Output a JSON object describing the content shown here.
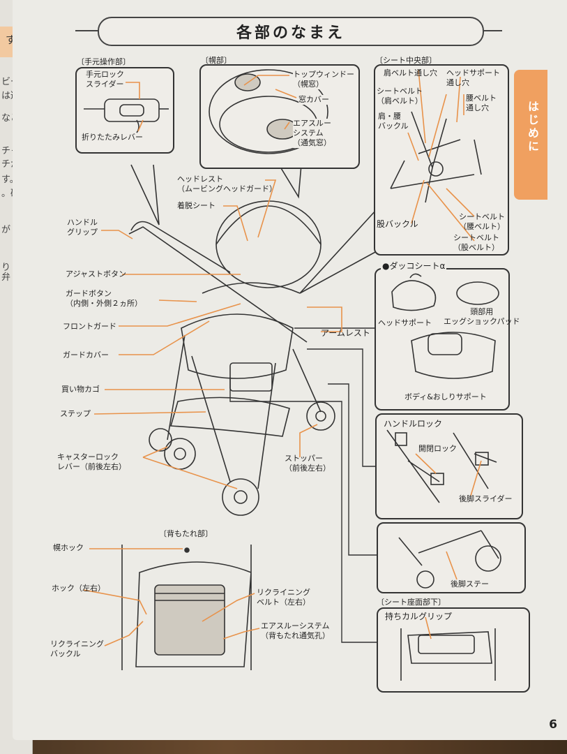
{
  "title": "各部のなまえ",
  "side_tab": "はじめに",
  "page_number": "6",
  "prev_page_fragments": [
    "す。",
    "ビー",
    "は避",
    "など",
    "チャ",
    "チか",
    "す。",
    "。確",
    "が",
    "り",
    "弁"
  ],
  "sections": {
    "hand": {
      "heading": "〔手元操作部〕",
      "labels": [
        "手元ロック\nスライダー",
        "折りたたみレバー"
      ]
    },
    "hood": {
      "heading": "〔幌部〕",
      "labels": [
        "トップウィンドー\n（幌窓）",
        "窓カバー",
        "エアスルー\nシステム\n（通気窓）"
      ]
    },
    "seat_center": {
      "heading": "〔シート中央部〕",
      "labels": [
        "肩ベルト通し穴",
        "ヘッドサポート\n通し穴",
        "シートベルト\n（肩ベルト）",
        "腰ベルト\n通し穴",
        "肩・腰\nバックル",
        "股バックル",
        "シートベルト\n（腰ベルト）",
        "シートベルト\n（股ベルト）"
      ]
    },
    "dakko": {
      "heading": "●ダッコシートα",
      "labels": [
        "ヘッドサポート",
        "頭部用\nエッグショックパッド",
        "ボディ&おしりサポート"
      ]
    },
    "handle_lock": {
      "heading": "ハンドルロック",
      "labels": [
        "開閉ロック",
        "後脚スライダー"
      ]
    },
    "rear_stay": {
      "labels": [
        "後脚ステー"
      ]
    },
    "seat_bottom": {
      "heading": "〔シート座面部下〕",
      "labels": [
        "持ちカルグリップ"
      ]
    },
    "backrest": {
      "heading": "〔背もたれ部〕",
      "labels": [
        "幌ホック",
        "ホック（左右）",
        "リクライニング\nバックル",
        "リクライニング\nベルト（左右）",
        "エアスルーシステム\n（背もたれ通気孔）"
      ]
    }
  },
  "main_labels": [
    "ヘッドレスト\n（ムービングヘッドガード）",
    "着脱シート",
    "ハンドル\nグリップ",
    "アジャストボタン",
    "ガードボタン\n（内側・外側２ヵ所）",
    "フロントガード",
    "ガードカバー",
    "アームレスト",
    "買い物カゴ",
    "ステップ",
    "キャスターロック\nレバー（前後左右）",
    "ストッパー\n（前後左右）"
  ],
  "colors": {
    "accent_orange": "#f0a060",
    "leader_orange": "#e8924a",
    "outline": "#333333",
    "paper": "#ecebe6"
  }
}
